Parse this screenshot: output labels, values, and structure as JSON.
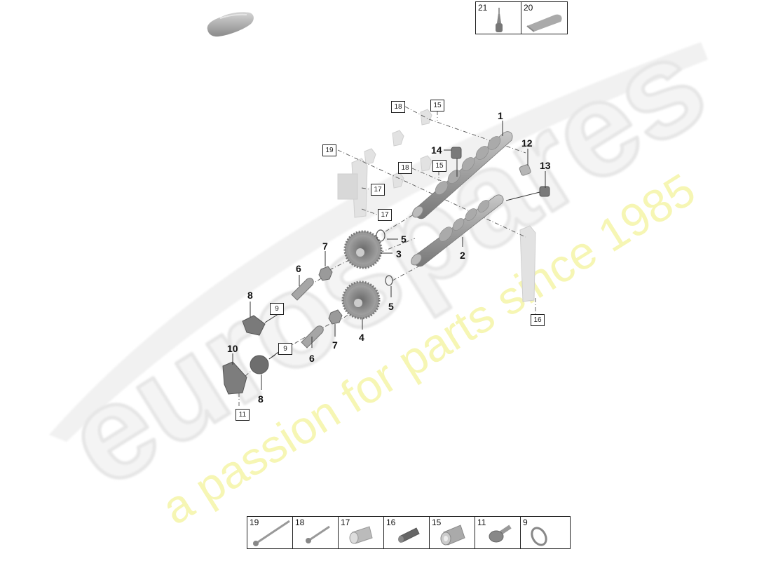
{
  "watermark": {
    "logo_text": "eurospares",
    "tagline": "a passion for parts since 1985",
    "logo_color": "#e9e9e9",
    "tagline_color": "#f5f5b0"
  },
  "header": {
    "vehicle_thumbnail": "car-silhouette-icon",
    "top_legend": [
      {
        "ref": "21",
        "icon": "sealant-bottle-icon"
      },
      {
        "ref": "20",
        "icon": "sealant-tube-icon"
      }
    ]
  },
  "diagram": {
    "callouts": [
      {
        "id": "1",
        "label": "1",
        "part": "camshaft-intake"
      },
      {
        "id": "2",
        "label": "2",
        "part": "camshaft-exhaust"
      },
      {
        "id": "3",
        "label": "3",
        "part": "camshaft-adjuster-upper"
      },
      {
        "id": "4",
        "label": "4",
        "part": "camshaft-adjuster-lower"
      },
      {
        "id": "5a",
        "label": "5",
        "part": "o-ring-upper"
      },
      {
        "id": "5b",
        "label": "5",
        "part": "o-ring-lower"
      },
      {
        "id": "6a",
        "label": "6",
        "part": "central-valve-upper"
      },
      {
        "id": "6b",
        "label": "6",
        "part": "central-valve-lower"
      },
      {
        "id": "7a",
        "label": "7",
        "part": "nut-upper"
      },
      {
        "id": "7b",
        "label": "7",
        "part": "nut-lower"
      },
      {
        "id": "8a",
        "label": "8",
        "part": "solenoid-upper"
      },
      {
        "id": "8b",
        "label": "8",
        "part": "solenoid-lower"
      },
      {
        "id": "10",
        "label": "10",
        "part": "sensor-bracket"
      },
      {
        "id": "12",
        "label": "12",
        "part": "plug-upper"
      },
      {
        "id": "13",
        "label": "13",
        "part": "plug-lower"
      },
      {
        "id": "14",
        "label": "14",
        "part": "cap"
      }
    ],
    "box_refs": [
      {
        "id": "b18a",
        "label": "18"
      },
      {
        "id": "b15a",
        "label": "15"
      },
      {
        "id": "b19",
        "label": "19"
      },
      {
        "id": "b18b",
        "label": "18"
      },
      {
        "id": "b15b",
        "label": "15"
      },
      {
        "id": "b17a",
        "label": "17"
      },
      {
        "id": "b17b",
        "label": "17"
      },
      {
        "id": "b9a",
        "label": "9"
      },
      {
        "id": "b9b",
        "label": "9"
      },
      {
        "id": "b11",
        "label": "11"
      },
      {
        "id": "b16",
        "label": "16"
      }
    ]
  },
  "bottom_legend": [
    {
      "ref": "19",
      "icon": "long-bolt-icon"
    },
    {
      "ref": "18",
      "icon": "short-bolt-icon"
    },
    {
      "ref": "17",
      "icon": "sleeve-icon"
    },
    {
      "ref": "16",
      "icon": "dowel-pin-icon"
    },
    {
      "ref": "15",
      "icon": "bushing-icon"
    },
    {
      "ref": "11",
      "icon": "flange-bolt-icon"
    },
    {
      "ref": "9",
      "icon": "seal-ring-icon"
    }
  ]
}
